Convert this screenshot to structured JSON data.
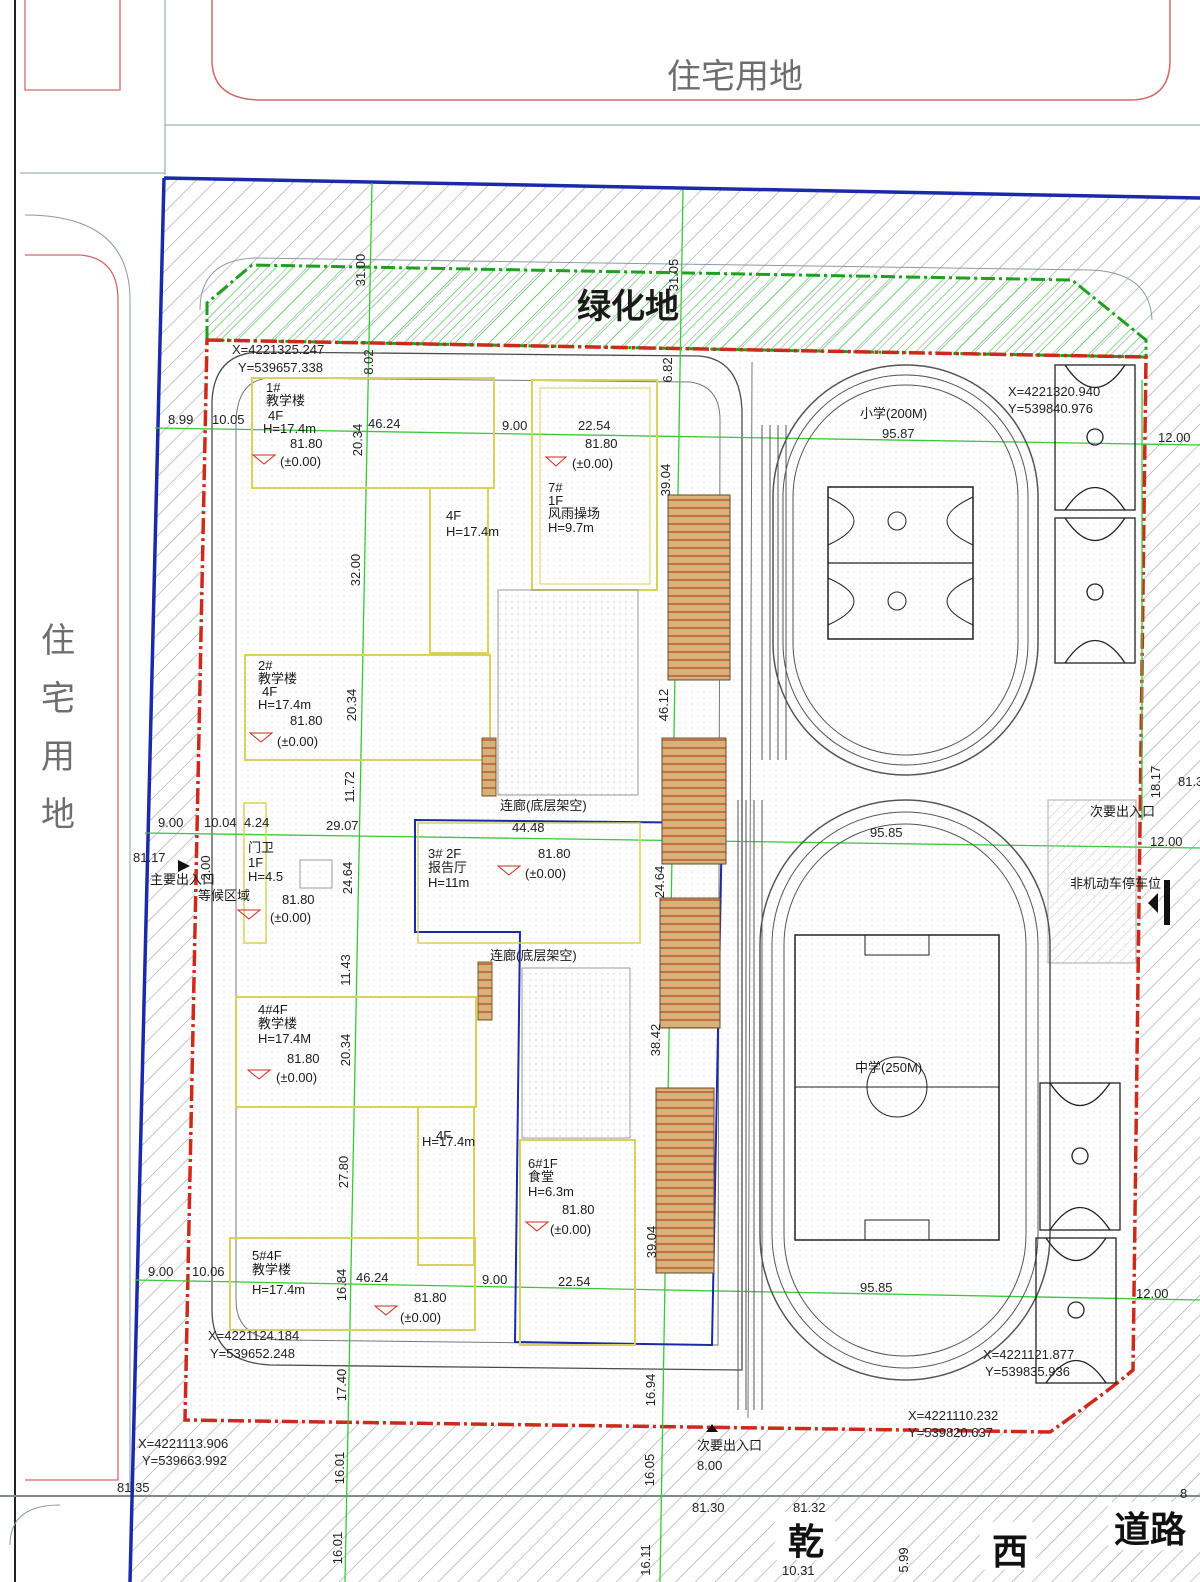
{
  "labels": {
    "residential_top": "住宅用地",
    "residential_left": [
      "住",
      "宅",
      "用",
      "地"
    ],
    "green_belt": "绿化地",
    "road_chars": [
      "乾",
      "西",
      "道路"
    ]
  },
  "buildings": {
    "b1": {
      "line1": "1#",
      "line2": "教学楼",
      "line3": "4F",
      "line4": "H=17.4m",
      "elev": "81.80",
      "zero": "(±0.00)"
    },
    "b1_wing": {
      "line1": "4F",
      "line2": "H=17.4m"
    },
    "b7": {
      "line1": "7#",
      "line2": "1F",
      "line3": "风雨操场",
      "line4": "H=9.7m",
      "elev": "81.80",
      "zero": "(±0.00)"
    },
    "b2": {
      "line1": "2#",
      "line2": "教学楼",
      "line3": "4F",
      "line4": "H=17.4m",
      "elev": "81.80",
      "zero": "(±0.00)"
    },
    "b3": {
      "line1": "3# 2F",
      "line2": "报告厅",
      "line3": "H=11m",
      "elev": "81.80",
      "zero": "(±0.00)"
    },
    "gate": {
      "line1": "门卫",
      "line2": "1F",
      "line3": "H=4.5",
      "elev": "81.80",
      "zero": "(±0.00)",
      "waiting": "等候区域"
    },
    "b4": {
      "line1": "4#4F",
      "line2": "教学楼",
      "line3": "H=17.4M",
      "elev": "81.80",
      "zero": "(±0.00)"
    },
    "b4_wing": {
      "line1": "4F",
      "line2": "H=17.4m"
    },
    "b6": {
      "line1": "6#1F",
      "line2": "食堂",
      "line3": "H=6.3m",
      "elev": "81.80",
      "zero": "(±0.00)"
    },
    "b5": {
      "line1": "5#4F",
      "line2": "教学楼",
      "line3": "H=17.4m",
      "elev": "81.80",
      "zero": "(±0.00)"
    }
  },
  "corridors": {
    "upper": "连廊(底层架空)",
    "lower": "连廊(底层架空)"
  },
  "fields": {
    "primary_track": "小学(200M)",
    "secondary_track": "中学(250M)",
    "bike_parking": "非机动车停车位"
  },
  "entrances": {
    "main": "主要出入口",
    "secondary_right": "次要出入口",
    "secondary_bottom": "次要出入口"
  },
  "coords": {
    "c1x": "X=4221325.247",
    "c1y": "Y=539657.338",
    "c2x": "X=4221320.940",
    "c2y": "Y=539840.976",
    "c3x": "X=4221124.184",
    "c3y": "Y=539652.248",
    "c4x": "X=4221121.877",
    "c4y": "Y=539835.936",
    "c5x": "X=4221110.232",
    "c5y": "Y=539820.637",
    "c6x": "X=4221113.906",
    "c6y": "Y=539663.992"
  },
  "dims": {
    "d3100a": "31.00",
    "d3105": "31.05",
    "d802": "8.02",
    "d682": "6.82",
    "d899": "8.99",
    "d1005": "10.05",
    "d4624a": "46.24",
    "d900a": "9.00",
    "d2254a": "22.54",
    "d2034a": "20.34",
    "d3904a": "39.04",
    "d3200": "32.00",
    "d9587": "95.87",
    "d1200a": "12.00",
    "d2034b": "20.34",
    "d4612": "46.12",
    "d1172": "11.72",
    "d900b": "9.00",
    "d1004": "10.04",
    "d424": "4.24",
    "d2907": "29.07",
    "d4448": "44.48",
    "d8117": "81.17",
    "d200": "2.00",
    "d2464a": "24.64",
    "d2464b": "24.64",
    "d1143": "11.43",
    "d2034c": "20.34",
    "d3842": "38.42",
    "d2780": "27.80",
    "d1684": "16.84",
    "d4624b": "46.24",
    "d900c": "9.00",
    "d2254b": "22.54",
    "d3904b": "39.04",
    "d900d": "9.00",
    "d1006": "10.06",
    "d9585a": "95.85",
    "d9585b": "95.85",
    "d1200b": "12.00",
    "d1200c": "12.00",
    "d1817": "18.17",
    "d1740": "17.40",
    "d1694": "16.94",
    "d1601a": "16.01",
    "d1605": "16.05",
    "d800": "8.00",
    "d8135": "81.35",
    "d8130": "81.30",
    "d8132": "81.32",
    "d1601b": "16.01",
    "d1611": "16.11",
    "d1031": "10.31",
    "d599": "5.99",
    "d81r": "81.3",
    "d8r": "8"
  },
  "colors": {
    "site_boundary": "#1a2aa8",
    "red_line": "#cc2a1a",
    "green": "#2bb02b",
    "grid": "#38c838",
    "building": "#d8d25a",
    "hatch": "#9aa0a8"
  }
}
